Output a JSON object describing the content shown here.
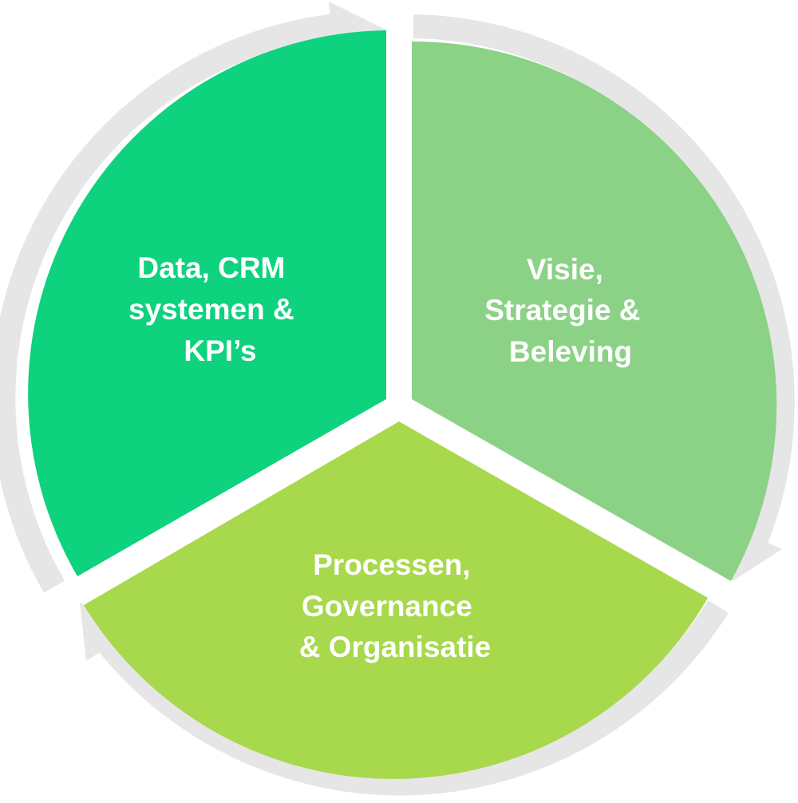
{
  "colors": {
    "ring": "#e6e6e6",
    "gap": "#ffffff"
  },
  "segments": [
    {
      "key": "data",
      "color": "#0ed27e",
      "lines": [
        "Data, CRM",
        "systemen &",
        "KPI’s"
      ]
    },
    {
      "key": "visie",
      "color": "#8bd287",
      "lines": [
        "Visie,",
        "Strategie &",
        "Beleving"
      ]
    },
    {
      "key": "processen",
      "color": "#a8d84c",
      "lines": [
        "Processen,",
        "Governance",
        "& Organisatie"
      ]
    }
  ]
}
